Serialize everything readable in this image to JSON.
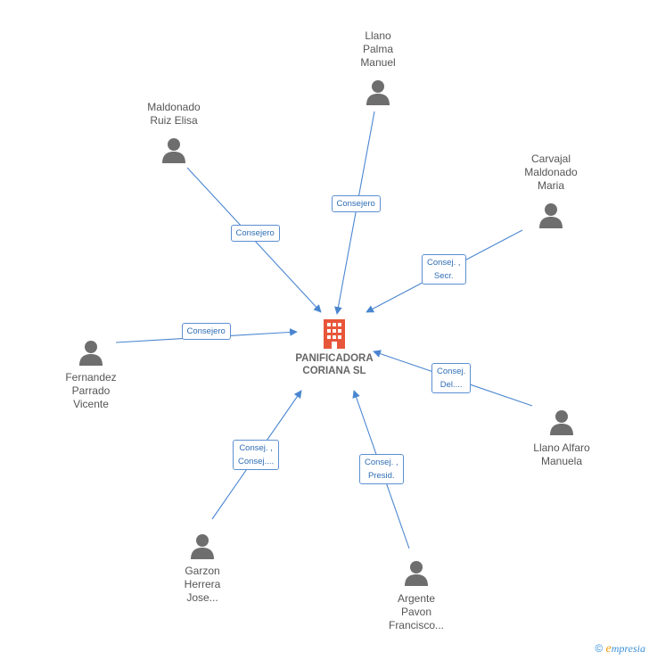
{
  "company": {
    "name_line1": "PANIFICADORA",
    "name_line2": "CORIANA SL",
    "icon": "building-icon",
    "icon_color": "#e8563a"
  },
  "persons": [
    {
      "id": "llano-palma",
      "lines": [
        "Llano",
        "Palma",
        "Manuel"
      ],
      "role_lines": [
        "Consejero"
      ]
    },
    {
      "id": "maldonado-ruiz",
      "lines": [
        "Maldonado",
        "Ruiz Elisa"
      ],
      "role_lines": [
        "Consejero"
      ]
    },
    {
      "id": "carvajal",
      "lines": [
        "Carvajal",
        "Maldonado",
        "Maria"
      ],
      "role_lines": [
        "Consej. ,",
        "Secr."
      ]
    },
    {
      "id": "fernandez",
      "lines": [
        "Fernandez",
        "Parrado",
        "Vicente"
      ],
      "role_lines": [
        "Consejero"
      ]
    },
    {
      "id": "llano-alfaro",
      "lines": [
        "Llano Alfaro",
        "Manuela"
      ],
      "role_lines": [
        "Consej.",
        "Del...."
      ]
    },
    {
      "id": "garzon",
      "lines": [
        "Garzon",
        "Herrera",
        "Jose..."
      ],
      "role_lines": [
        "Consej. ,",
        "Consej...."
      ]
    },
    {
      "id": "argente",
      "lines": [
        "Argente",
        "Pavon",
        "Francisco..."
      ],
      "role_lines": [
        "Consej. ,",
        "Presid."
      ]
    }
  ],
  "colors": {
    "edge": "#4a86d0",
    "person": "#6e6e6e",
    "badge_border": "#5b8fd1"
  },
  "footer": {
    "copyright": "©",
    "brand_first": "e",
    "brand_rest": "mpresia"
  }
}
